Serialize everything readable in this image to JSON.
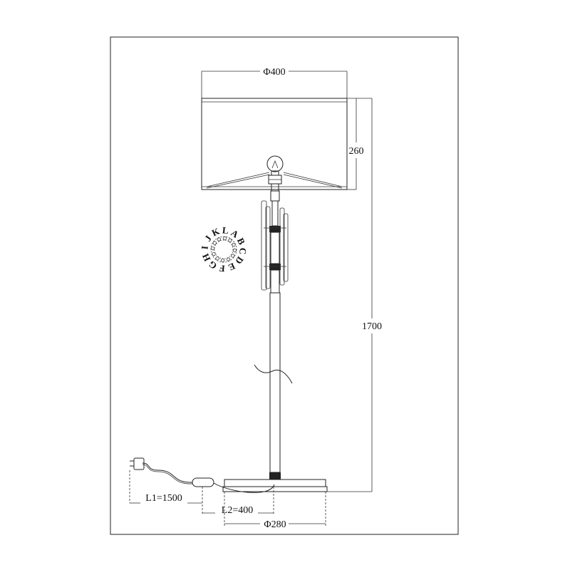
{
  "dimensions": {
    "shade_diameter": "Φ400",
    "shade_height": "260",
    "total_height": "1700",
    "cord_length_l1": "L1=1500",
    "cord_length_l2": "L2=400",
    "base_diameter": "Φ280"
  },
  "crystal_letters": [
    "A",
    "B",
    "C",
    "D",
    "E",
    "F",
    "G",
    "H",
    "I",
    "J",
    "K",
    "L"
  ]
}
